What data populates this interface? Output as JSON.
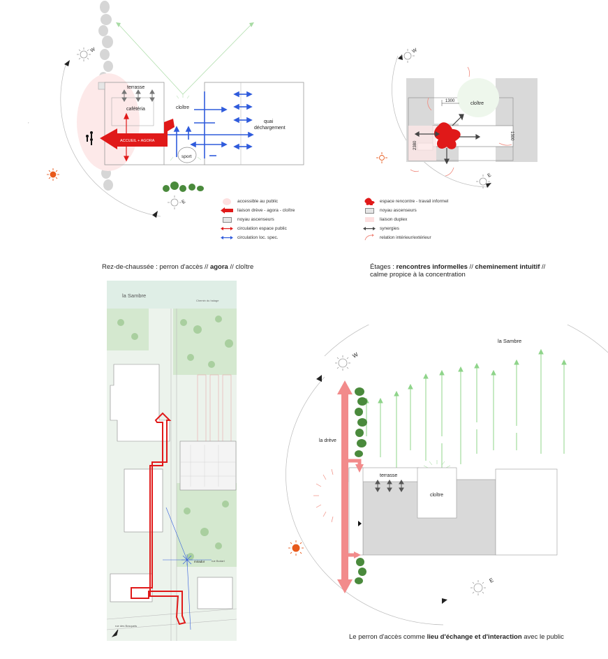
{
  "panel_top_left": {
    "labels": {
      "terrasse": "terrasse",
      "cafeteria": "cafétéria",
      "cloitre": "cloître",
      "quai": "quai",
      "dechargement": "déchargement",
      "accueil": "ACCUEIL  + AGORA",
      "sport": "sport",
      "w": "W",
      "e": "E"
    },
    "legend": [
      {
        "key": "public",
        "label": "accessible au public"
      },
      {
        "key": "liaison",
        "label": "liaison drève - agora - cloître"
      },
      {
        "key": "ascenseurs",
        "label": "noyau ascenseurs"
      },
      {
        "key": "circ_public",
        "label": "circulation espace public"
      },
      {
        "key": "circ_loc",
        "label": "circulation loc. spec."
      }
    ],
    "caption": {
      "prefix": "Rez-de-chaussée : perron d'accès // ",
      "bold": "agora",
      "suffix": " // cloître"
    }
  },
  "panel_top_right": {
    "labels": {
      "cloitre": "cloître",
      "dim_1300a": "1300",
      "dim_1300b": "1300",
      "dim_2380": "2380",
      "w": "W",
      "e": "E"
    },
    "legend": [
      {
        "key": "rencontre",
        "label": "espace rencontre - travail  informel"
      },
      {
        "key": "ascenseurs",
        "label": "noyau ascenseurs"
      },
      {
        "key": "duplex",
        "label": "liaison duplex"
      },
      {
        "key": "synergies",
        "label": "synergies"
      },
      {
        "key": "relation",
        "label": "relation intérieur/extérieur"
      }
    ],
    "caption": {
      "prefix": "Étages : ",
      "bold1": "rencontres informelles",
      "mid": " // ",
      "bold2": "cheminement intuitif",
      "suffix": " //",
      "line2": "calme propice à la concentration"
    }
  },
  "panel_bottom_left": {
    "labels": {
      "river": "la Sambre",
      "mirador": "mirador",
      "rue_bodart": "rue Bodart",
      "rue_bosquets": "rue des Bosquets",
      "chemin": "Chemin du halage"
    }
  },
  "panel_bottom_right": {
    "labels": {
      "river": "la Sambre",
      "dreve": "la drève",
      "terrasse": "terrasse",
      "cloitre": "cloître",
      "w": "W",
      "e": "E"
    },
    "caption": {
      "prefix": "Le perron d'accès comme ",
      "bold": "lieu d'échange et d'interaction",
      "suffix": " avec le public"
    }
  },
  "colors": {
    "red": "#e01919",
    "blue": "#2f5bdc",
    "green_line": "#8fd48a",
    "grey_fill": "#d9d9d9",
    "pink_soft": "#fde6e6",
    "tree_green": "#4a8a3c"
  }
}
